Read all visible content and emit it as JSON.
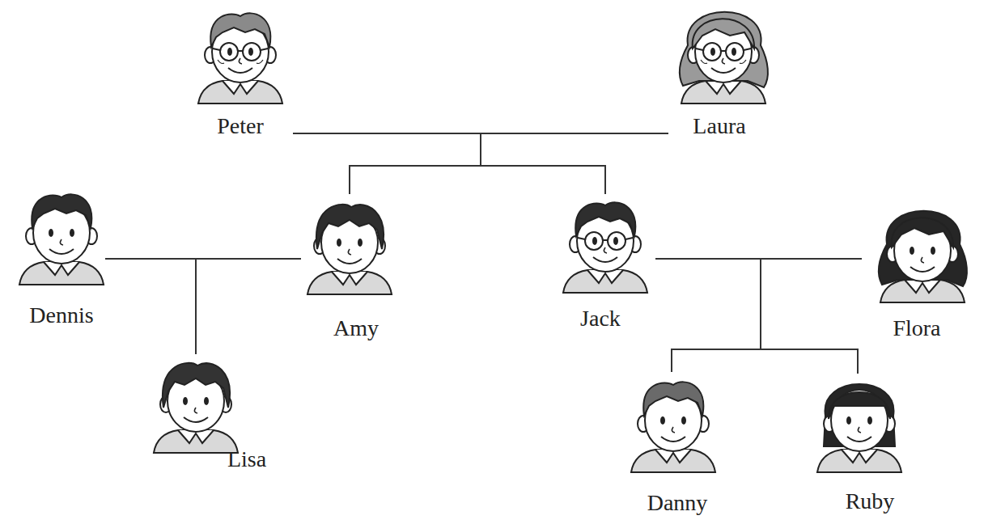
{
  "diagram": {
    "nodes": [
      {
        "text": [
          "Peter"
        ]
      },
      {
        "text": [
          "Laura"
        ]
      },
      {
        "text": [
          "Dennis"
        ]
      },
      {
        "text": [
          "Amy"
        ]
      },
      {
        "text": [
          "Jack"
        ]
      },
      {
        "text": [
          "Flora"
        ]
      },
      {
        "text": [
          "Lisa"
        ]
      },
      {
        "text": [
          "Danny"
        ]
      },
      {
        "text": [
          "Ruby"
        ]
      }
    ],
    "edges": [
      {
        "from": 0,
        "to": 1,
        "arrow": "none"
      },
      {
        "from": 0,
        "to": 3,
        "arrow": "none"
      },
      {
        "from": 1,
        "to": 3,
        "arrow": "none"
      },
      {
        "from": 0,
        "to": 4,
        "arrow": "none"
      },
      {
        "from": 1,
        "to": 4,
        "arrow": "none"
      },
      {
        "from": 2,
        "to": 3,
        "arrow": "none"
      },
      {
        "from": 4,
        "to": 5,
        "arrow": "none"
      },
      {
        "from": 2,
        "to": 6,
        "arrow": "none"
      },
      {
        "from": 3,
        "to": 6,
        "arrow": "none"
      },
      {
        "from": 4,
        "to": 7,
        "arrow": "none"
      },
      {
        "from": 5,
        "to": 7,
        "arrow": "none"
      },
      {
        "from": 4,
        "to": 8,
        "arrow": "none"
      },
      {
        "from": 5,
        "to": 8,
        "arrow": "none"
      }
    ]
  }
}
